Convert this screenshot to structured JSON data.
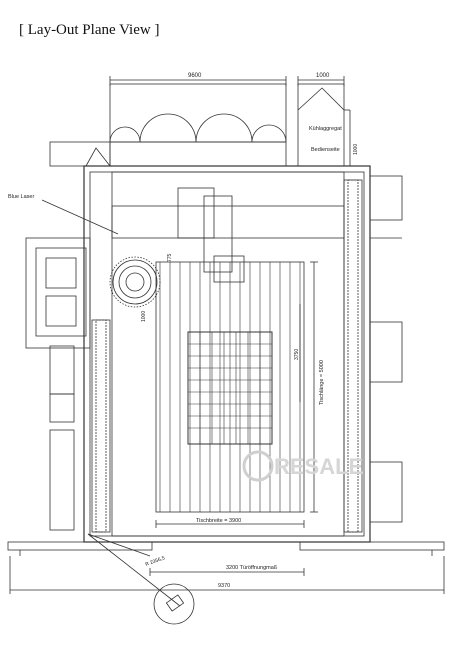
{
  "title": "[ Lay-Out Plane View ]",
  "labels": {
    "dim_top": "9600",
    "dim_top_right": "1000",
    "cooling": "Kühlaggregat",
    "operator_side": "Bedienseite",
    "operator_dim": "1000",
    "blue_laser": "Blue Laser",
    "dim_775": "775",
    "dim_1000": "1000",
    "table_length": "Tischlänge = 5000",
    "table_length_inner": "3750",
    "table_width": "Tischbreite = 3900",
    "door_opening": "3200 Türöffnungmaß",
    "overall_width": "9370",
    "radius": "R 2356,5",
    "watermark": "RESALE"
  }
}
